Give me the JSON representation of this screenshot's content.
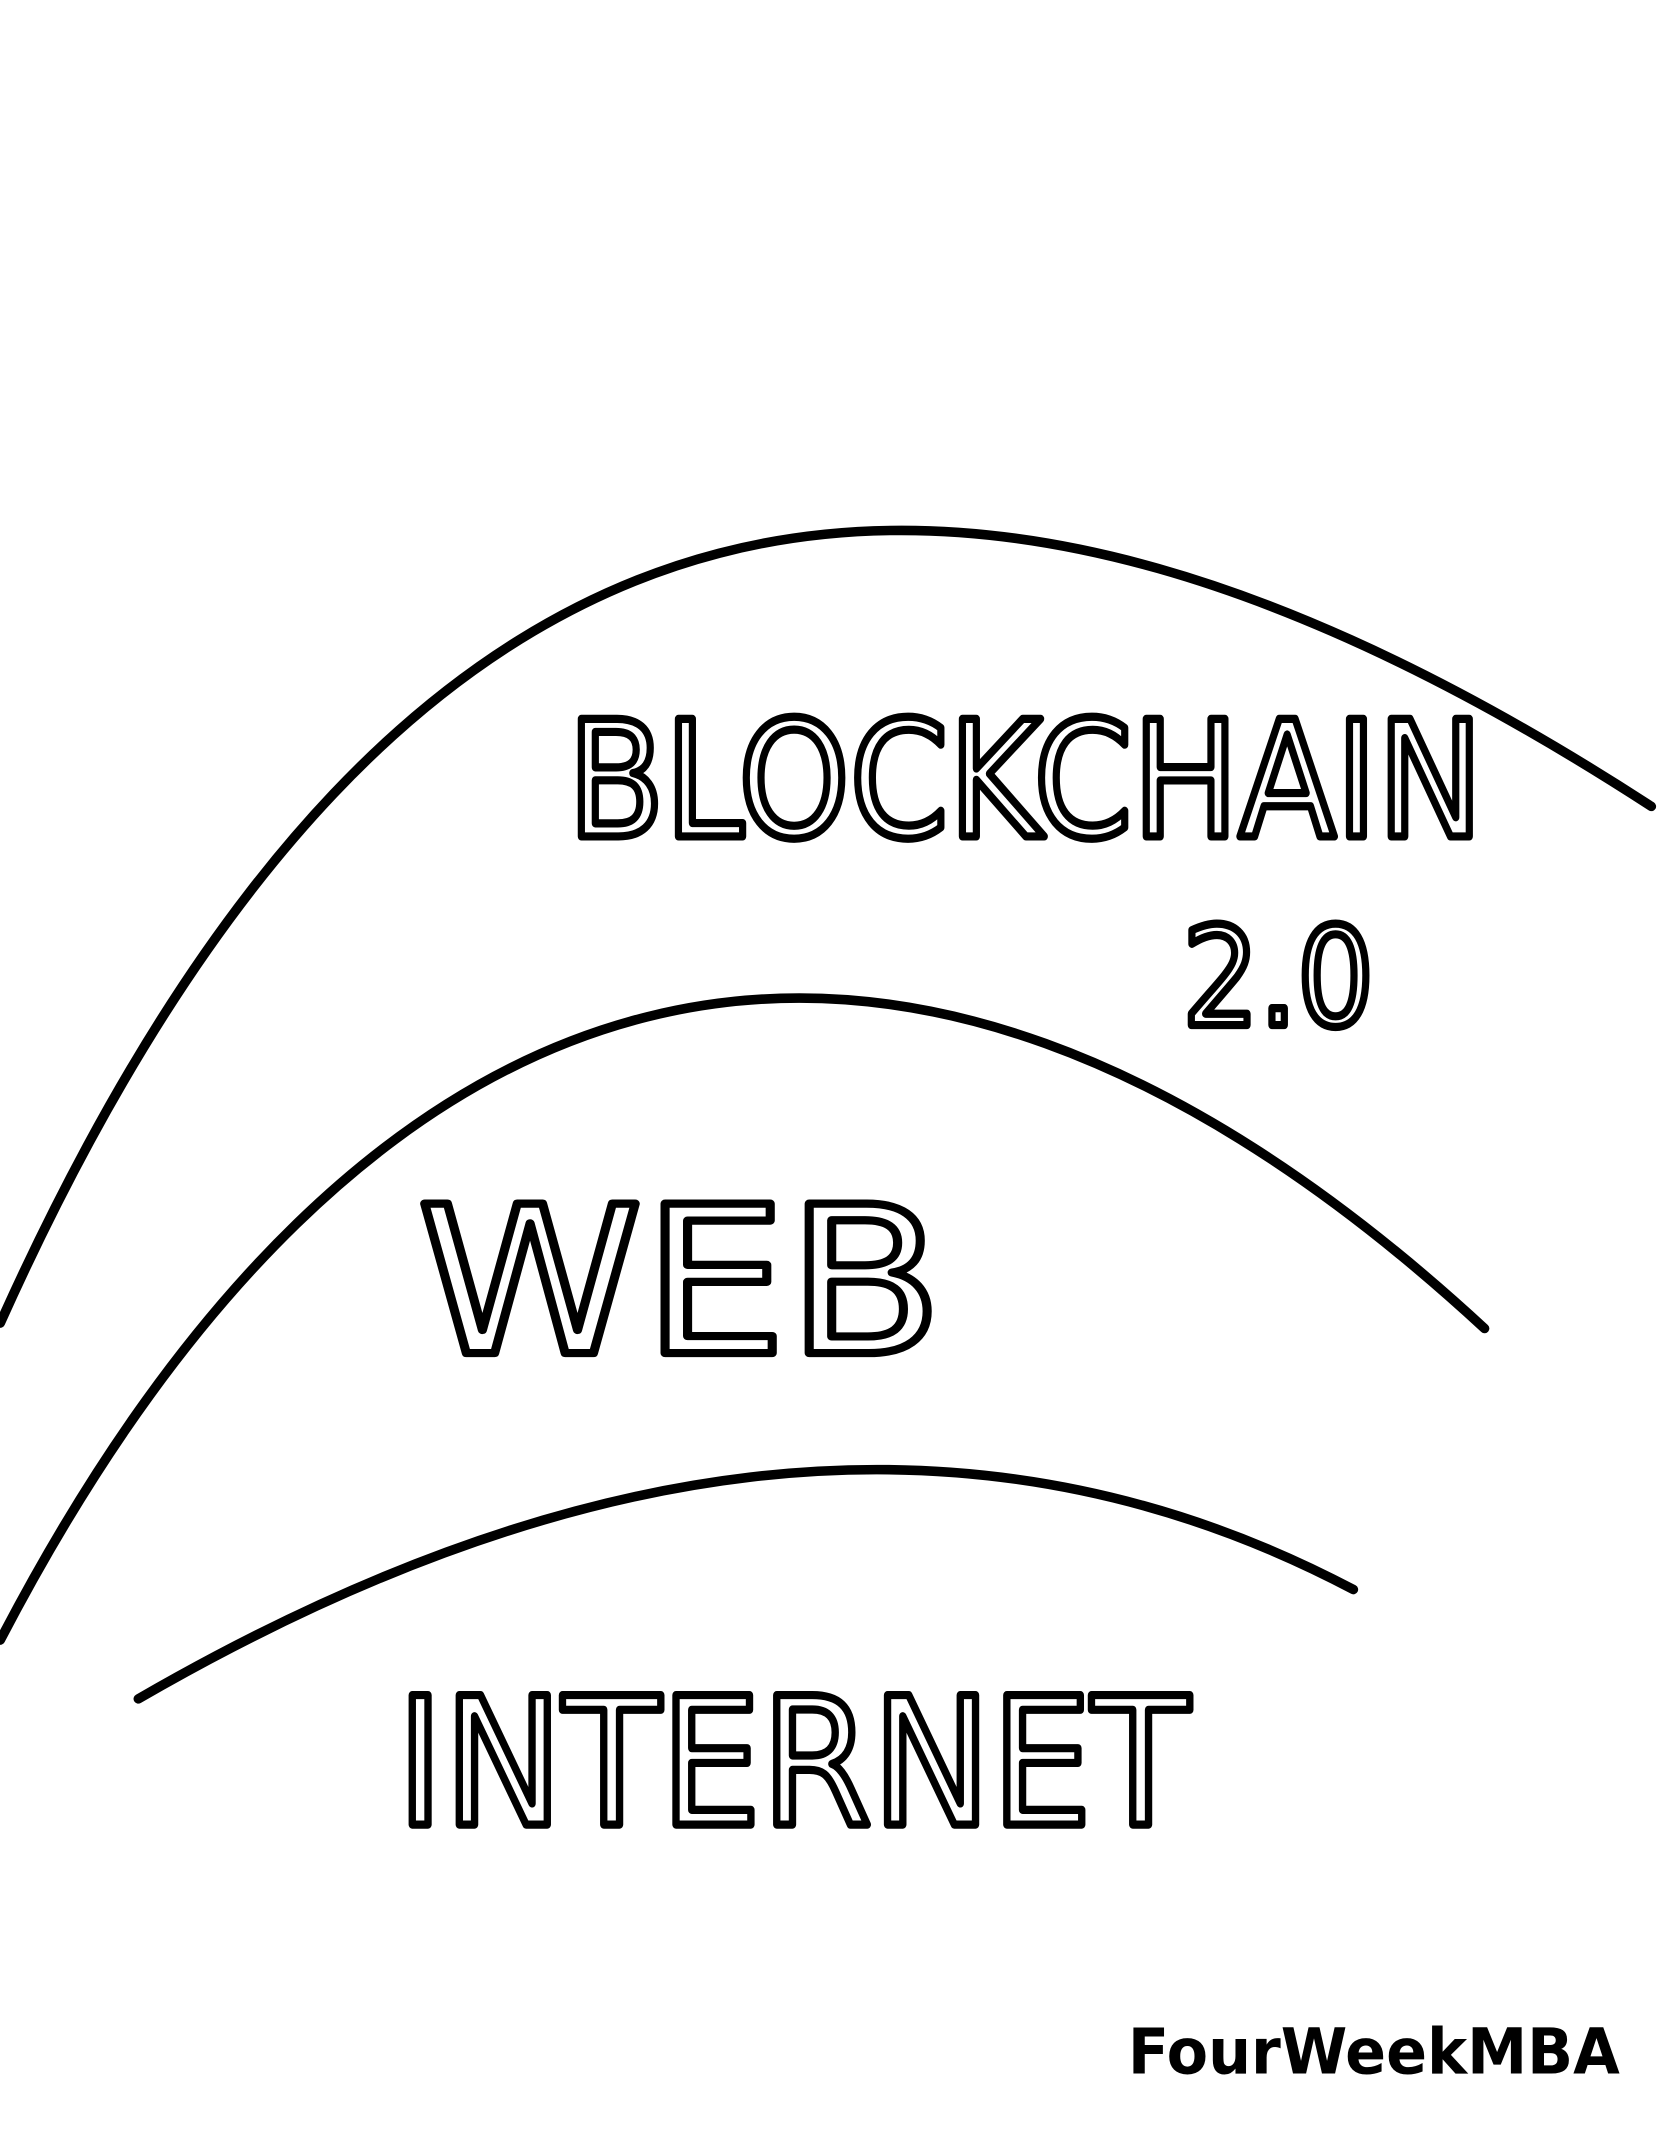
{
  "diagram": {
    "layers": [
      {
        "label": "BLOCKCHAIN",
        "sublabel": "2.0"
      },
      {
        "label": "WEB"
      },
      {
        "label": "INTERNET"
      }
    ],
    "brand": "FourWeekMBA",
    "colors": {
      "stroke": "#000000",
      "background": "#ffffff",
      "fill_accent": "#e6e6e6"
    }
  }
}
